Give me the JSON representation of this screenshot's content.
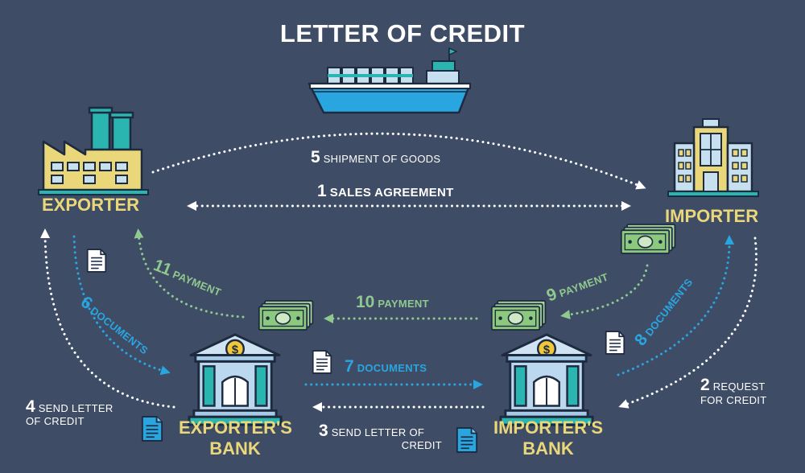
{
  "title": "LETTER OF CREDIT",
  "parties": {
    "exporter": "EXPORTER",
    "importer": "IMPORTER",
    "exporters_bank_line1": "EXPORTER'S",
    "exporters_bank_line2": "BANK",
    "importers_bank_line1": "IMPORTER'S",
    "importers_bank_line2": "BANK"
  },
  "steps": [
    {
      "number": "1",
      "label": "SALES AGREEMENT"
    },
    {
      "number": "2",
      "label_line1": "REQUEST",
      "label_line2": "FOR CREDIT"
    },
    {
      "number": "3",
      "label_line1": "SEND LETTER OF",
      "label_line2": "CREDIT"
    },
    {
      "number": "4",
      "label_line1": "SEND LETTER",
      "label_line2": "OF CREDIT"
    },
    {
      "number": "5",
      "label": "SHIPMENT OF GOODS"
    },
    {
      "number": "6",
      "label": "DOCUMENTS"
    },
    {
      "number": "7",
      "label": "DOCUMENTS"
    },
    {
      "number": "8",
      "label": "DOCUMENTS"
    },
    {
      "number": "9",
      "label": "PAYMENT"
    },
    {
      "number": "10",
      "label": "PAYMENT"
    },
    {
      "number": "11",
      "label": "PAYMENT"
    }
  ],
  "colors": {
    "background": "#3f4c66",
    "white_flow": "#ffffff",
    "payment_flow": "#8fc98f",
    "document_flow": "#29a6e0",
    "party_label": "#e9d77a"
  },
  "icons": [
    "cargo-ship-icon",
    "factory-icon",
    "office-building-icon",
    "bank-icon",
    "document-icon",
    "money-icon"
  ]
}
